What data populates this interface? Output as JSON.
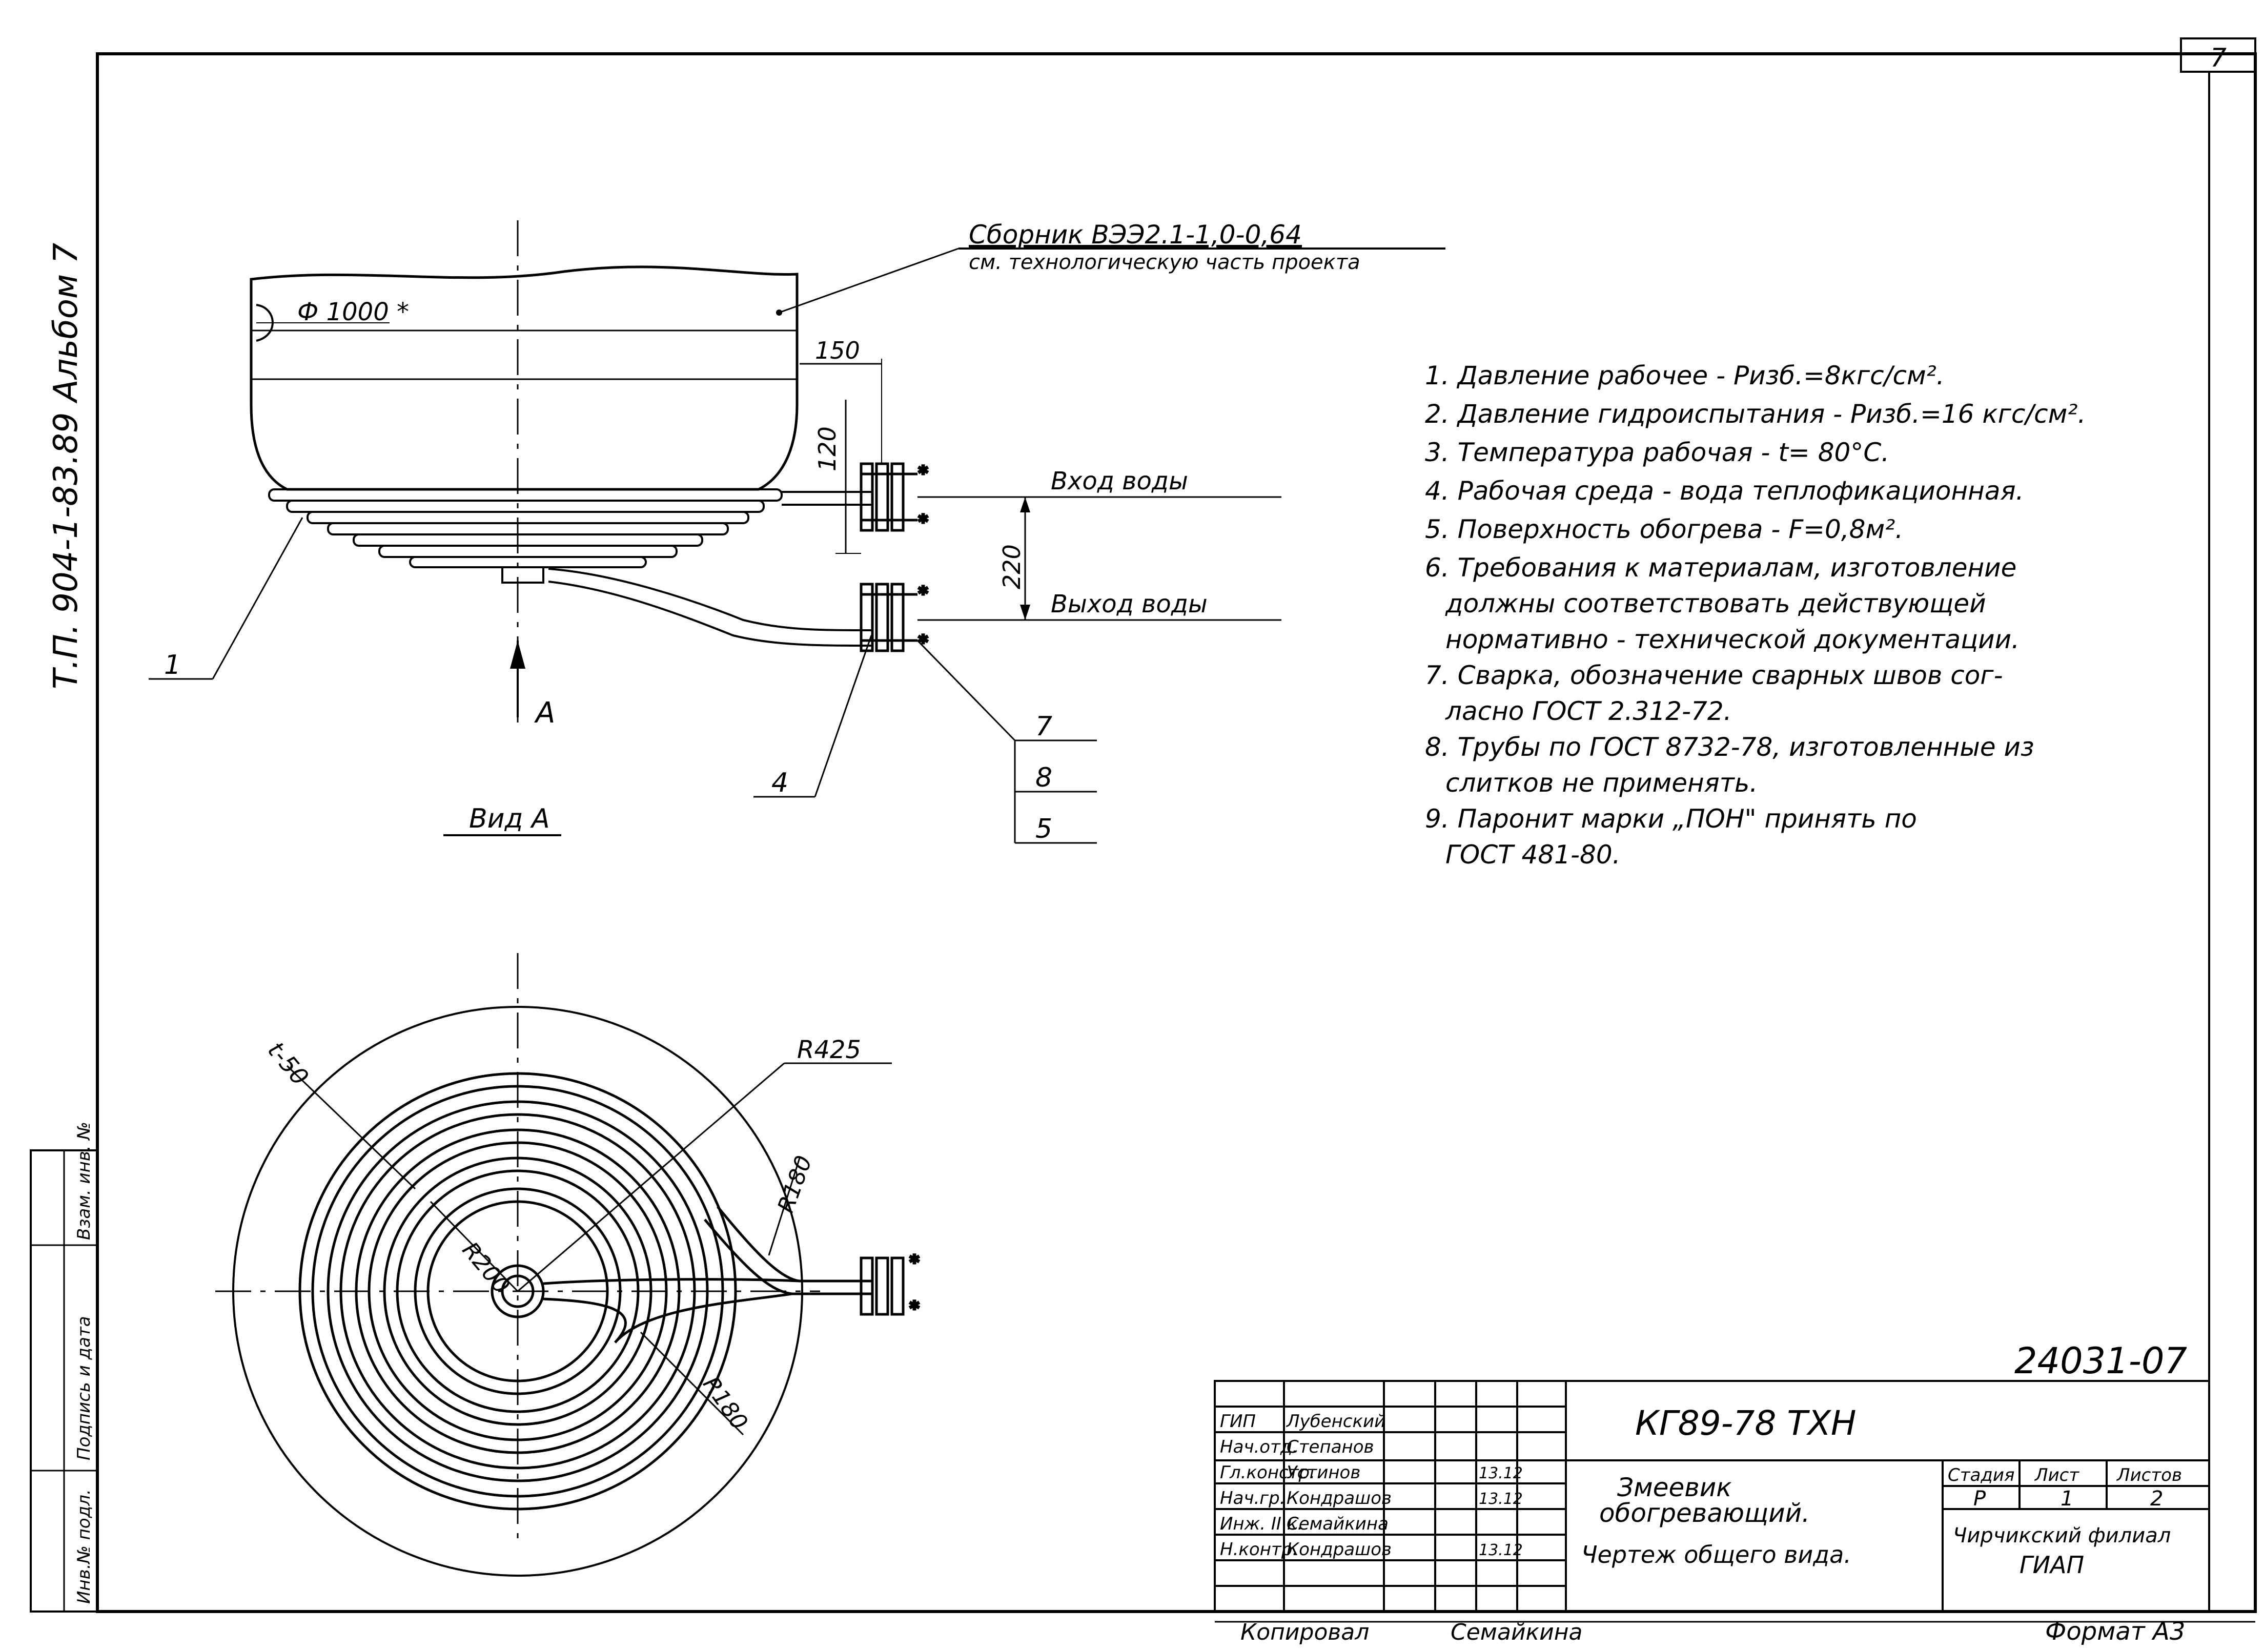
{
  "sheet": {
    "number": "7",
    "side_album": "Т.П. 904-1-83.89  Альбом 7",
    "drawing_code": "24031-07"
  },
  "side_stamp": {
    "inv_no": "Инв.№ подл.",
    "sign_date": "Подпись и дата",
    "replace_inv": "Взам. инв. №"
  },
  "boiler": {
    "callout_title": "Сборник ВЭЭ2.1-1,0-0,64",
    "callout_sub": "см. технологическую часть проекта",
    "diameter": "Ф 1000 *"
  },
  "dimensions": {
    "d150": "150",
    "d120": "120",
    "d220": "220",
    "t50": "t-50",
    "r425": "R425",
    "r200": "R200",
    "r180a": "R180",
    "r180b": "R180"
  },
  "labels": {
    "water_in": "Вход воды",
    "water_out": "Выход воды",
    "view_arrow": "А",
    "view_a": "Вид А",
    "pos1": "1",
    "pos4": "4",
    "pos7": "7",
    "pos8": "8",
    "pos5": "5"
  },
  "notes": [
    "1. Давление рабочее - Ризб.=8кгс/см².",
    "2. Давление гидроиспытания - Ризб.=16 кгс/см².",
    "3. Температура рабочая - t= 80°С.",
    "4. Рабочая среда - вода теплофикационная.",
    "5. Поверхность обогрева - F=0,8м².",
    "6. Требования к материалам, изготовление",
    "должны соответствовать действующей",
    "нормативно - технической документации.",
    "7. Сварка, обозначение сварных швов сог-",
    "ласно ГОСТ 2.312-72.",
    "8. Трубы по ГОСТ 8732-78, изготовленные из",
    "слитков не применять.",
    "9. Паронит марки „ПОН\" принять по",
    "ГОСТ 481-80."
  ],
  "title_block": {
    "designation": "КГ89-78   ТХН",
    "name_line1": "Змеевик",
    "name_line2": "обогревающий.",
    "name_line3": "Чертеж общего вида.",
    "stage_h": "Стадия",
    "sheet_h": "Лист",
    "sheets_h": "Листов",
    "stage": "Р",
    "sheet_no": "1",
    "sheets": "2",
    "org_line1": "Чирчикский филиал",
    "org_line2": "ГИАП",
    "rows": [
      {
        "role": "ГИП",
        "name": "Лубенский",
        "date": ""
      },
      {
        "role": "Нач.отд.",
        "name": "Степанов",
        "date": ""
      },
      {
        "role": "Гл.констр.",
        "name": "Устинов",
        "date": "13.12"
      },
      {
        "role": "Нач.гр.",
        "name": "Кондрашов",
        "date": "13.12"
      },
      {
        "role": "Инж. II к.",
        "name": "Семайкина",
        "date": ""
      },
      {
        "role": "Н.контр.",
        "name": "Кондрашов",
        "date": "13.12"
      }
    ]
  },
  "footer": {
    "copied": "Копировал",
    "copier": "Семайкина",
    "format": "Формат А3"
  }
}
